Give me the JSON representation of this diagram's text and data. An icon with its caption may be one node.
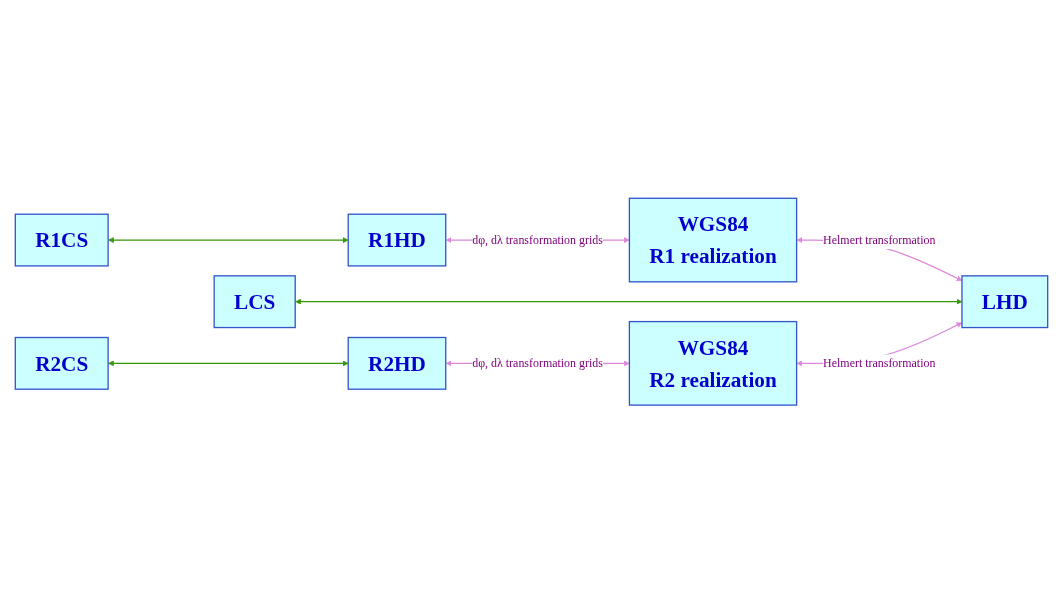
{
  "diagram": {
    "nodes": [
      {
        "text": [
          "R1CS"
        ]
      },
      {
        "text": [
          "R1HD"
        ]
      },
      {
        "text": [
          "WGS84",
          "R1 realization"
        ]
      },
      {
        "text": [
          "LCS"
        ]
      },
      {
        "text": [
          "LHD"
        ]
      },
      {
        "text": [
          "WGS84",
          "R2 realization"
        ]
      },
      {
        "text": [
          "R2CS"
        ]
      },
      {
        "text": [
          "R2HD"
        ]
      }
    ],
    "edges": [
      {
        "from": 0,
        "to": 1,
        "arrow": "both",
        "color": "#339900"
      },
      {
        "from": 1,
        "to": 2,
        "arrow": "both",
        "label": "dφ, dλ transformation grids"
      },
      {
        "from": 2,
        "to": 4,
        "arrow": "both",
        "label": "Helmert transformation"
      },
      {
        "from": 3,
        "to": 4,
        "arrow": "both",
        "color": "#339900"
      },
      {
        "from": 5,
        "to": 4,
        "arrow": "both",
        "label": "Helmert transformation"
      },
      {
        "from": 6,
        "to": 7,
        "arrow": "both",
        "color": "#339900"
      },
      {
        "from": 7,
        "to": 5,
        "arrow": "both",
        "label": "dφ, dλ transformation grids"
      }
    ]
  }
}
